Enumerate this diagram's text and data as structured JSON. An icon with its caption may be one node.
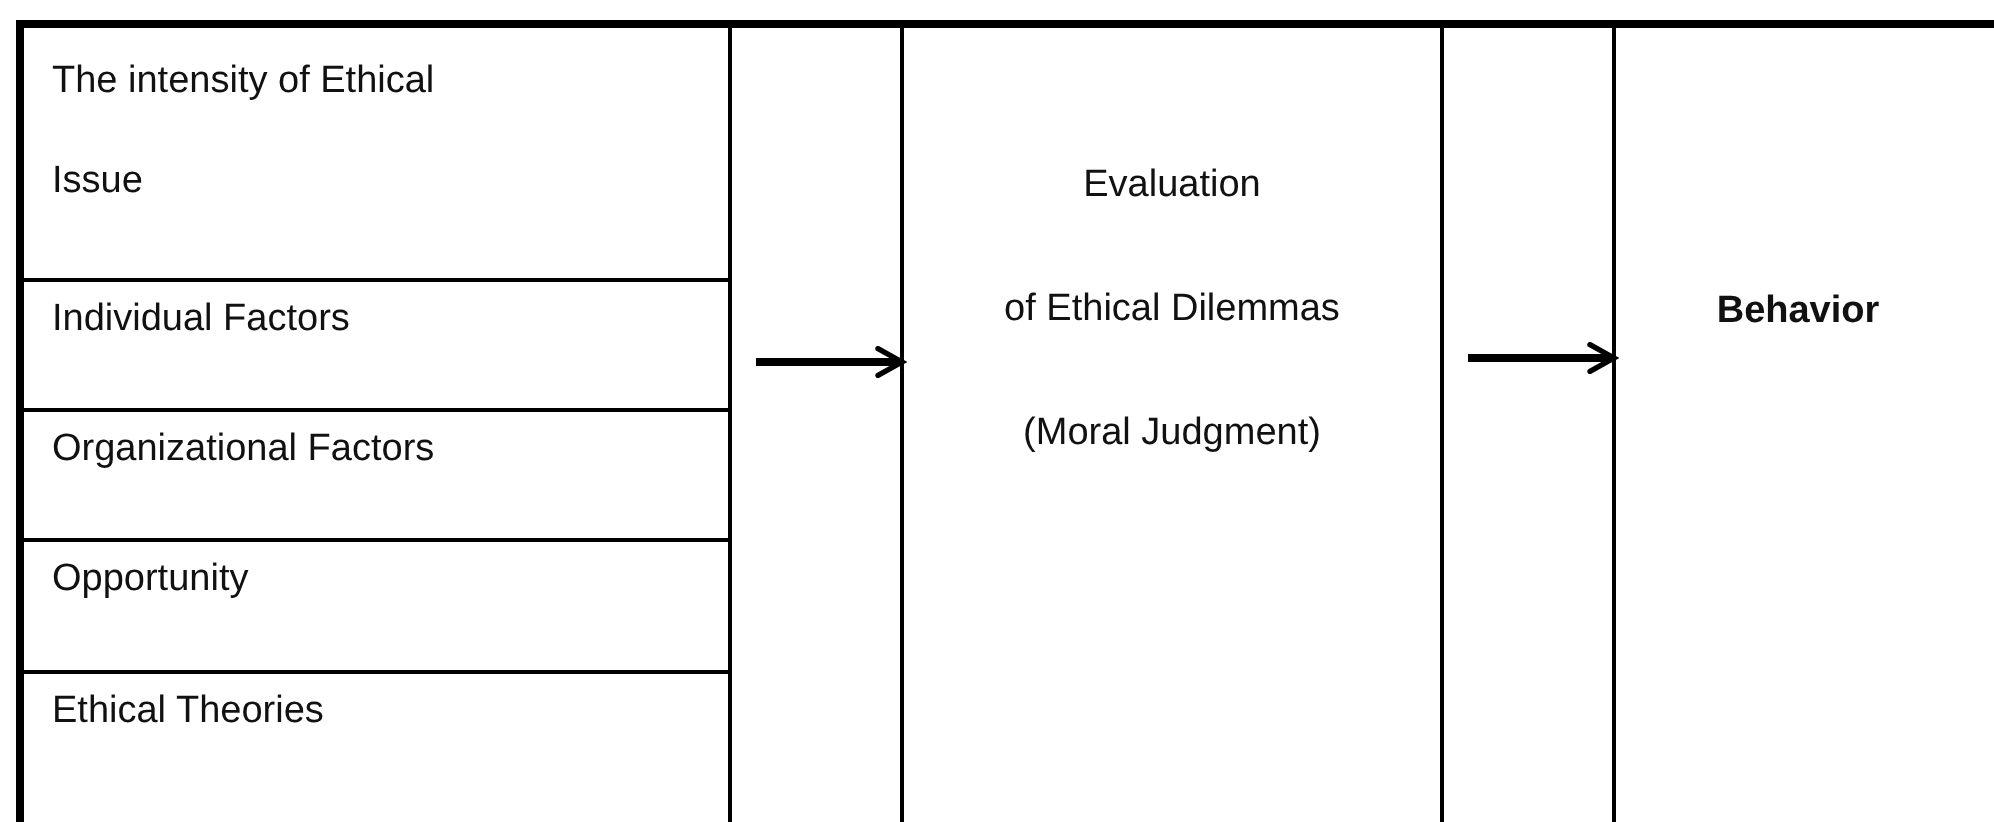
{
  "diagram": {
    "nodes": [
      {
        "text": [],
        "shape": "box"
      },
      {
        "text": [
          "The intensity of Ethical Issue"
        ],
        "in": 0
      },
      {
        "text": [
          "Individual Factors"
        ],
        "in": 0
      },
      {
        "text": [
          "Organizational Factors"
        ],
        "in": 0
      },
      {
        "text": [
          "Opportunity"
        ],
        "in": 0
      },
      {
        "text": [
          "Ethical Theories"
        ],
        "in": 0
      },
      {
        "text": [
          "Evaluation",
          "of Ethical Dilemmas",
          "(Moral Judgment)"
        ]
      },
      {
        "text": [
          "Behavior"
        ]
      }
    ],
    "edges": [
      {
        "from": 0,
        "to": 6,
        "arrow": "to"
      },
      {
        "from": 6,
        "to": 7,
        "arrow": "to"
      }
    ]
  }
}
